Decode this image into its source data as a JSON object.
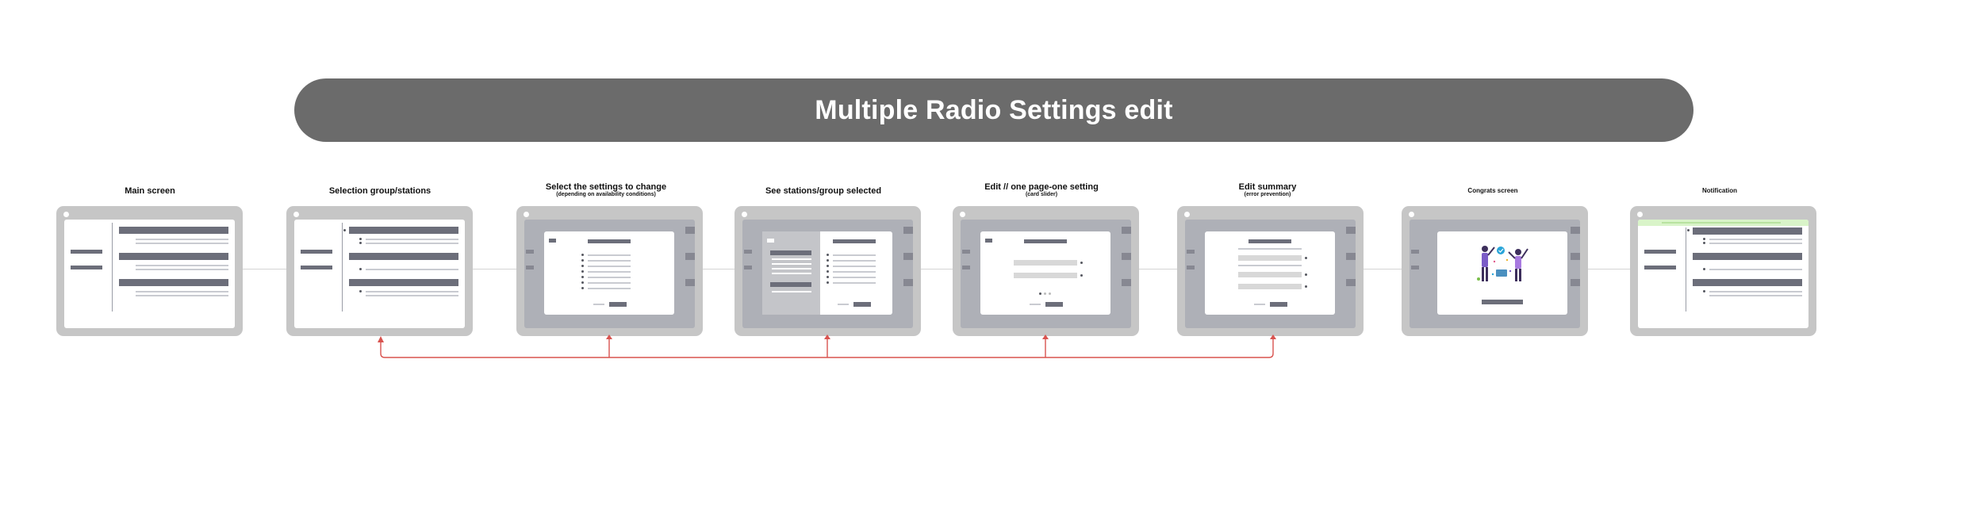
{
  "banner": {
    "title": "Multiple Radio Settings edit"
  },
  "steps": [
    {
      "title": "Main screen",
      "subtitle": ""
    },
    {
      "title": "Selection group/stations",
      "subtitle": ""
    },
    {
      "title": "Select the settings to change",
      "subtitle": "(depending on availability conditions)"
    },
    {
      "title": "See stations/group selected",
      "subtitle": ""
    },
    {
      "title": "Edit // one page-one setting",
      "subtitle": "(card slider)"
    },
    {
      "title": "Edit summary",
      "subtitle": "(error prevention)"
    },
    {
      "title": "Congrats screen",
      "subtitle": ""
    },
    {
      "title": "Notification",
      "subtitle": ""
    }
  ],
  "colors": {
    "banner_bg": "#6b6b6b",
    "frame_bg": "#c6c6c6",
    "bar": "#6c6e7a",
    "link_line": "#d9534f",
    "notification_highlight": "#d9f4c9"
  }
}
